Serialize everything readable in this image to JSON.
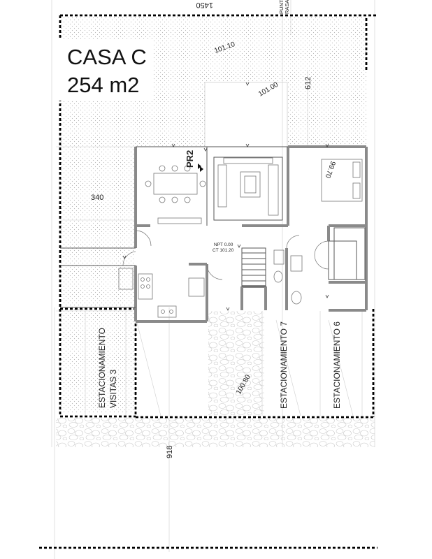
{
  "title": {
    "name": "CASA C",
    "area": "254 m2"
  },
  "dimensions": {
    "top_width": "1450",
    "right_depth": "612",
    "left_setback": "340",
    "bottom_depth": "918"
  },
  "levels": {
    "l1": "101.10",
    "l2": "101.00",
    "l3": "99.70",
    "l4": "100.80"
  },
  "marker": "PR2",
  "level_note": {
    "npt": "NPT 0.00",
    "ct": "CT 101.20"
  },
  "parking": {
    "visitas_line1": "ESTACIONAMIENTO",
    "visitas_line2": "VISITAS 3",
    "spot7": "ESTACIONAMIENTO 7",
    "spot6": "ESTACIONAMIENTO 6"
  },
  "corner_text": {
    "line1": "PUNT",
    "line2": "RASA"
  },
  "colors": {
    "line": "#111111",
    "hatch": "#cfcfcf",
    "wall": "#888888",
    "boundary": "#000000"
  }
}
